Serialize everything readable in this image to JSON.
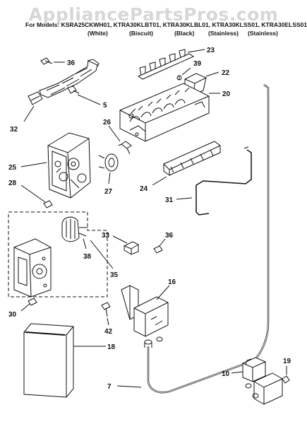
{
  "header": {
    "watermark": "AppliancePartsPros.com",
    "models_line": "For Models: KSRA25CKWH01, KTRA30KLBT01, KTRA30KLBL01, KTRA30KLSS01, KTRA30ELSS01",
    "colors": [
      "(White)",
      "(Biscuit)",
      "(Black)",
      "(Stainless)",
      "(Stainless)"
    ]
  },
  "callouts": {
    "c36a": "36",
    "c23": "23",
    "c39": "39",
    "c22": "22",
    "c5": "5",
    "c20": "20",
    "c32": "32",
    "c26": "26",
    "c25": "25",
    "c27": "27",
    "c28": "28",
    "c24": "24",
    "c31": "31",
    "c33": "33",
    "c36b": "36",
    "c38": "38",
    "c35": "35",
    "c16": "16",
    "c30": "30",
    "c42": "42",
    "c18": "18",
    "c19": "19",
    "c10": "10",
    "c7": "7"
  },
  "footer": {
    "ref": ""
  }
}
